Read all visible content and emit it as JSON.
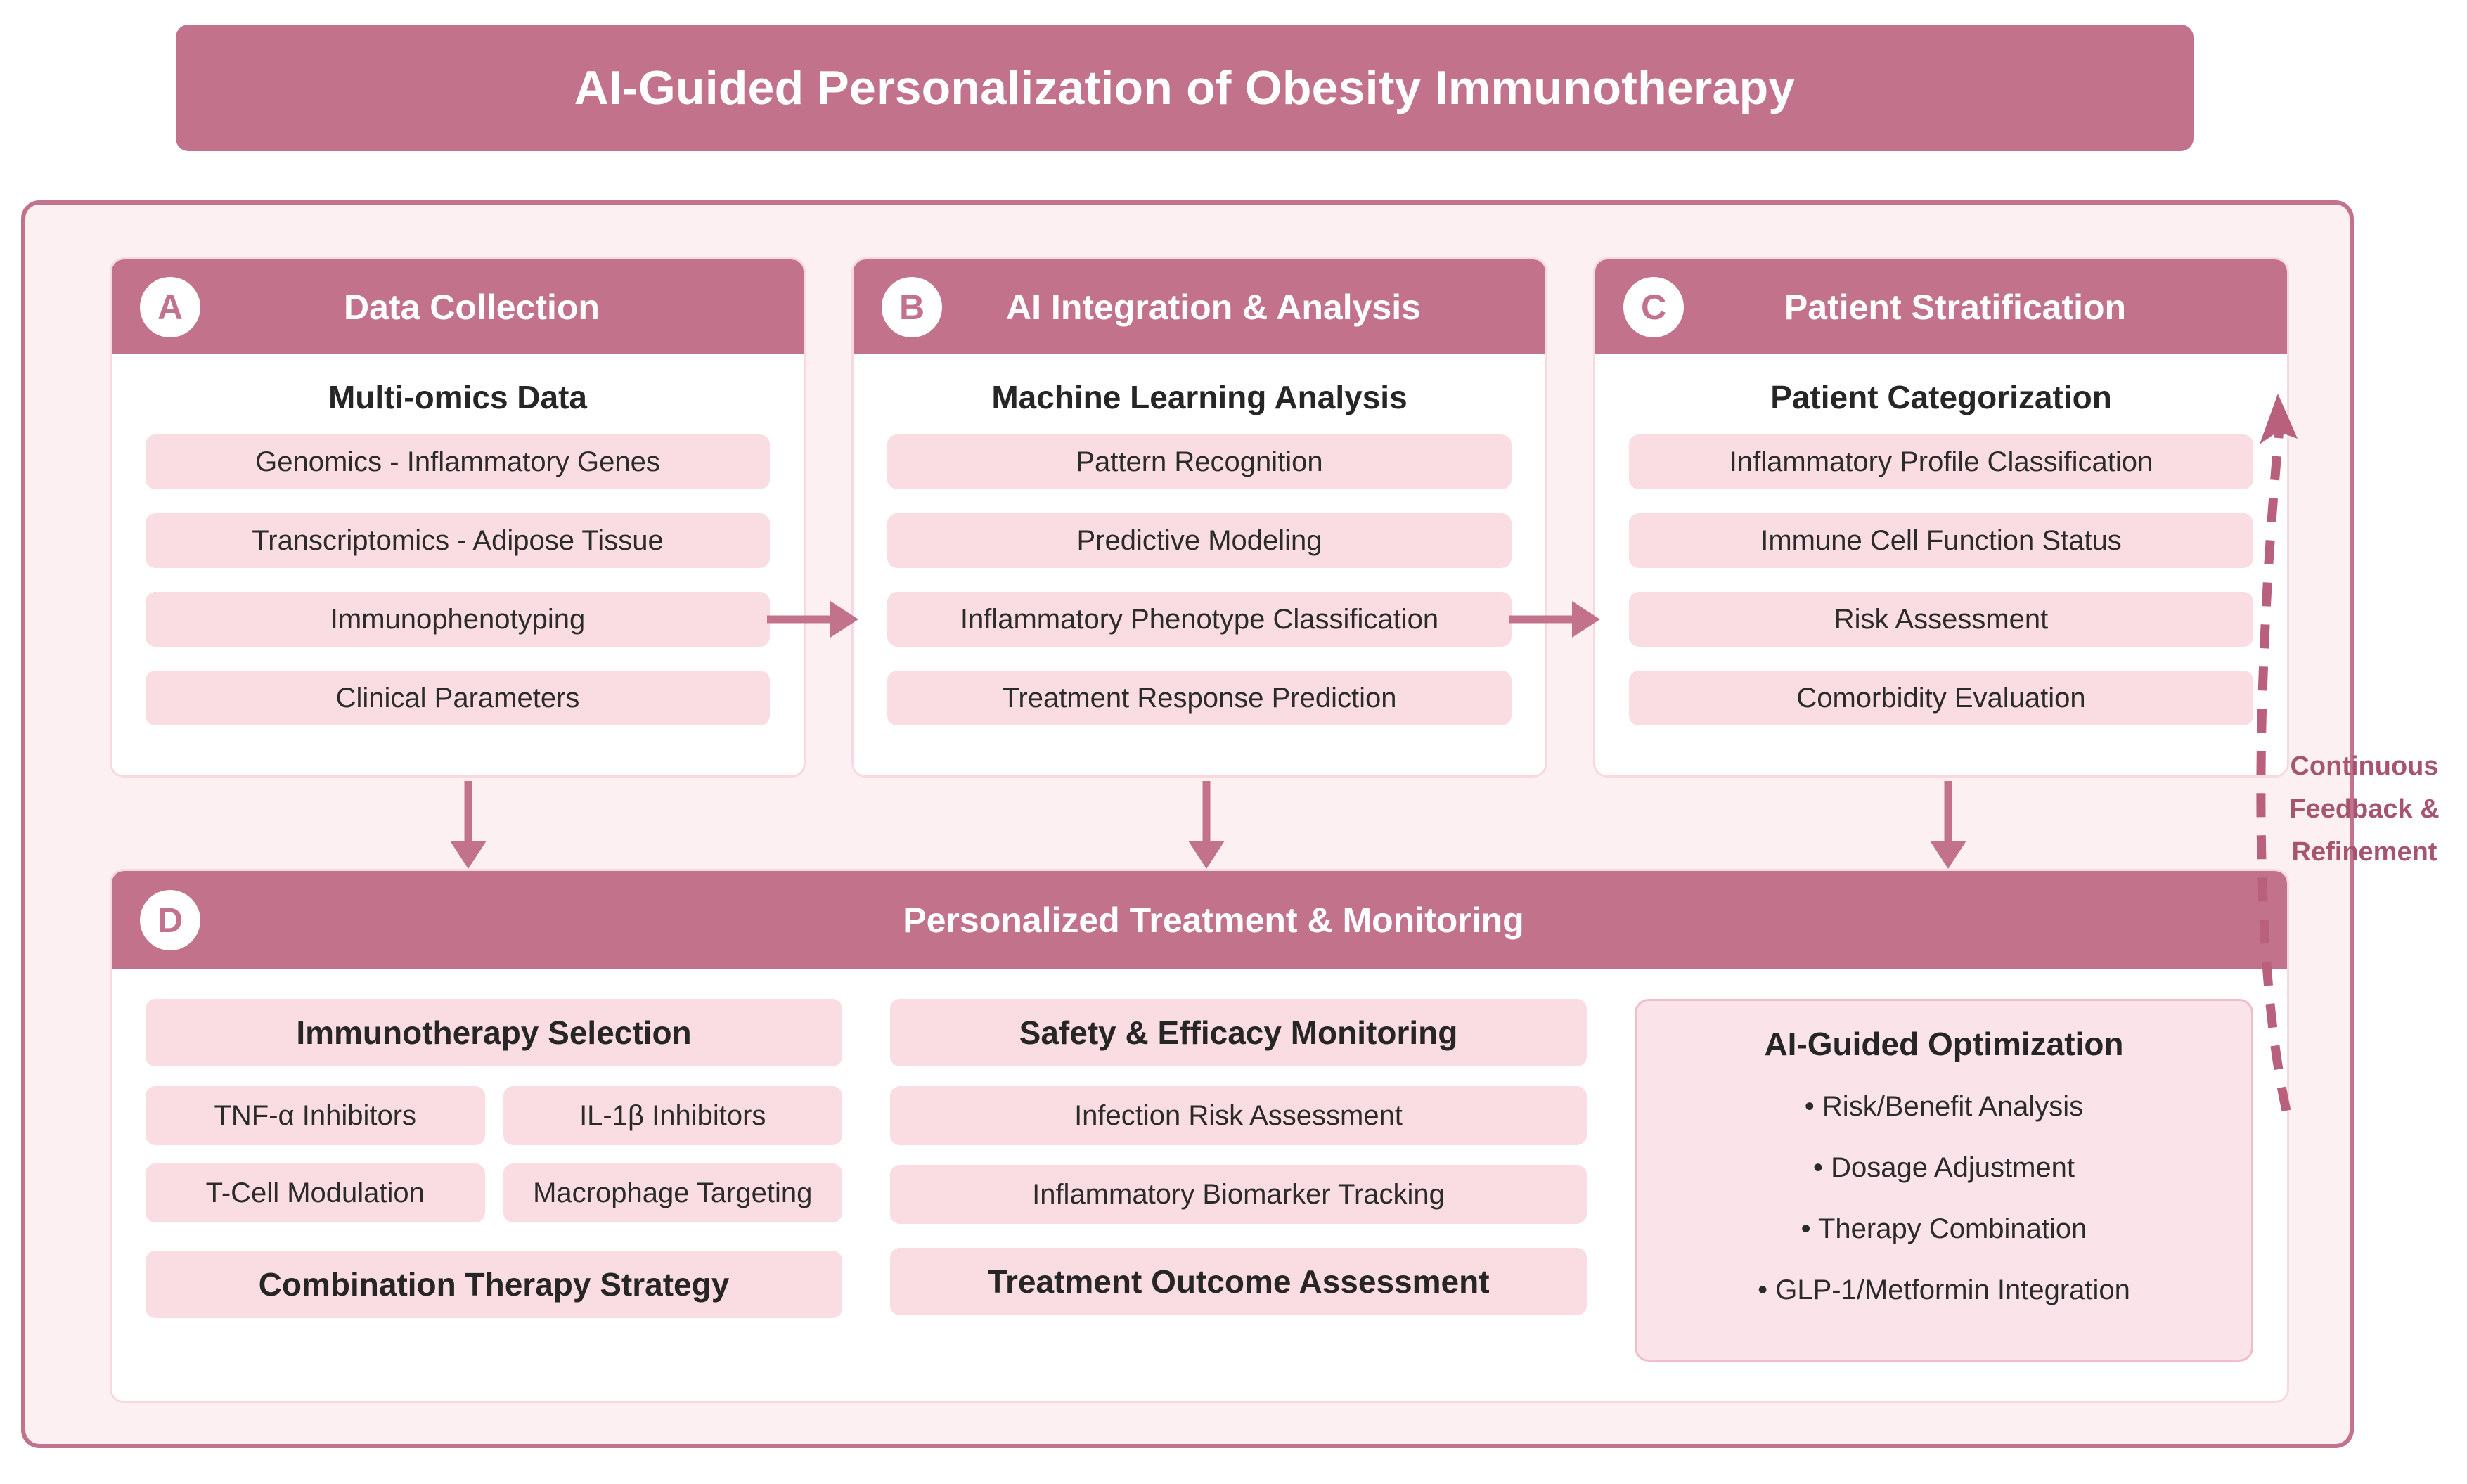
{
  "title": {
    "text": "AI-Guided Personalization of Obesity Immunotherapy"
  },
  "colors": {
    "accent": "#C2738B",
    "panel_bg": "#FDF0F3",
    "pill_bg": "#FADDE3",
    "card_bg": "#FFFFFF",
    "text": "#262626",
    "feedback_text": "#A7556E"
  },
  "stages": [
    {
      "badge": "A",
      "title": "Data Collection",
      "subtitle": "Multi-omics Data",
      "items": [
        "Genomics - Inflammatory Genes",
        "Transcriptomics - Adipose Tissue",
        "Immunophenotyping",
        "Clinical Parameters"
      ]
    },
    {
      "badge": "B",
      "title": "AI Integration & Analysis",
      "subtitle": "Machine Learning Analysis",
      "items": [
        "Pattern Recognition",
        "Predictive Modeling",
        "Inflammatory Phenotype Classification",
        "Treatment Response Prediction"
      ]
    },
    {
      "badge": "C",
      "title": "Patient Stratification",
      "subtitle": "Patient Categorization",
      "items": [
        "Inflammatory Profile Classification",
        "Immune Cell Function Status",
        "Risk Assessment",
        "Comorbidity Evaluation"
      ]
    }
  ],
  "treatment": {
    "badge": "D",
    "title": "Personalized Treatment & Monitoring",
    "columns": {
      "immunotherapy": {
        "head": "Immunotherapy Selection",
        "grid": [
          "TNF-α Inhibitors",
          "IL-1β Inhibitors",
          "T-Cell Modulation",
          "Macrophage Targeting"
        ],
        "footer": "Combination Therapy Strategy"
      },
      "monitoring": {
        "head": "Safety & Efficacy Monitoring",
        "items": [
          "Infection Risk Assessment",
          "Inflammatory Biomarker Tracking"
        ],
        "footer": "Treatment Outcome Assessment"
      },
      "optimization": {
        "title": "AI-Guided Optimization",
        "items": [
          "• Risk/Benefit Analysis",
          "• Dosage Adjustment",
          "• Therapy Combination",
          "• GLP-1/Metformin Integration"
        ]
      }
    }
  },
  "feedback": {
    "label": "Continuous Feedback & Refinement"
  }
}
